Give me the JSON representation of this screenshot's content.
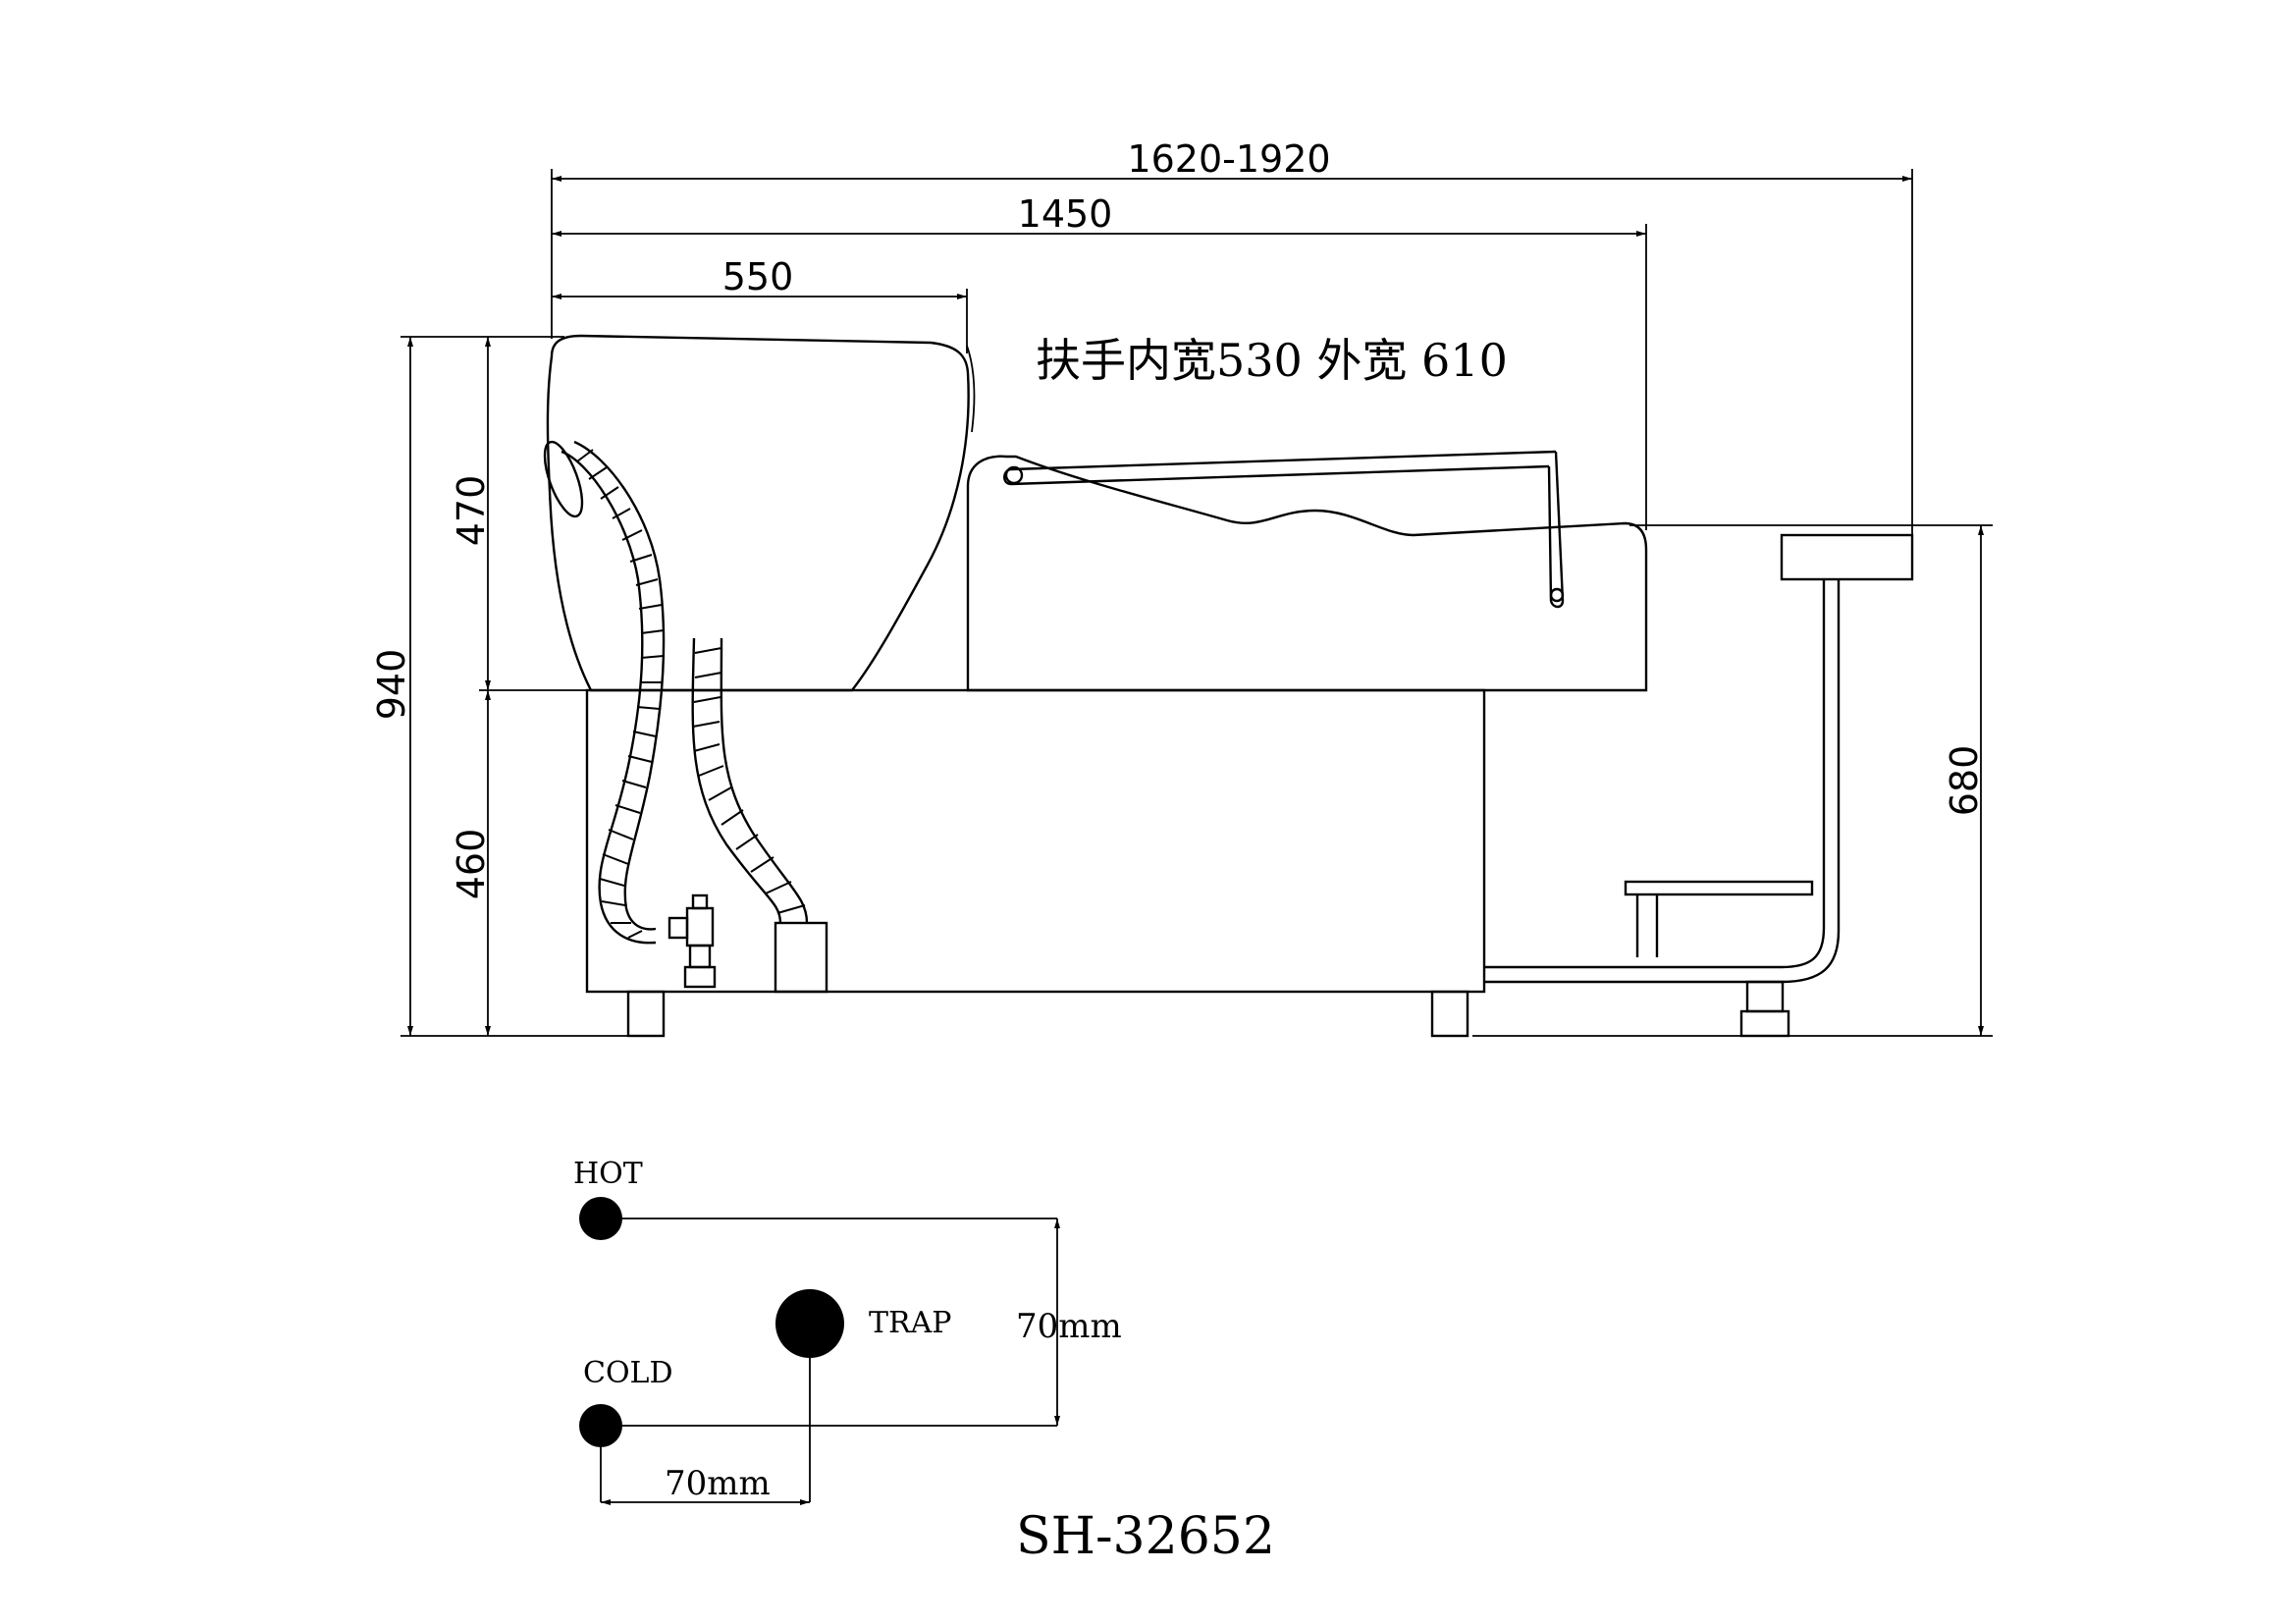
{
  "dimensions": {
    "overall_length": "1620-1920",
    "body_length": "1450",
    "bowl_length": "550",
    "total_height": "940",
    "bowl_height": "470",
    "base_height": "460",
    "footrest_height": "680"
  },
  "armrest_note": "扶手内宽530 外宽 610",
  "plumbing": {
    "hot_label": "HOT",
    "cold_label": "COLD",
    "trap_label": "TRAP",
    "vertical_spacing": "70mm",
    "horizontal_spacing": "70mm"
  },
  "model_number": "SH-32652"
}
